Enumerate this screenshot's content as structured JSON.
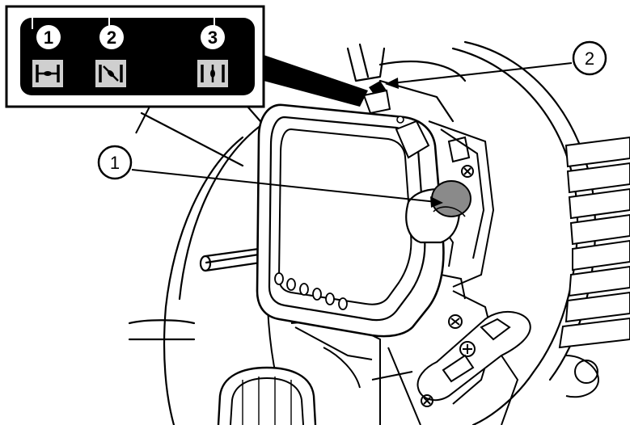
{
  "inset": {
    "positions": [
      {
        "number": "1",
        "symbol": "choke-closed-icon"
      },
      {
        "number": "2",
        "symbol": "choke-half-icon"
      },
      {
        "number": "3",
        "symbol": "choke-open-icon"
      }
    ]
  },
  "callouts": [
    {
      "label": "1",
      "target": "choke-knob"
    },
    {
      "label": "2",
      "target": "choke-lever"
    }
  ],
  "colors": {
    "ink": "#000000",
    "paper": "#ffffff",
    "knob": "#8a8a8a",
    "symbol_tile": "#cfcfcf"
  }
}
